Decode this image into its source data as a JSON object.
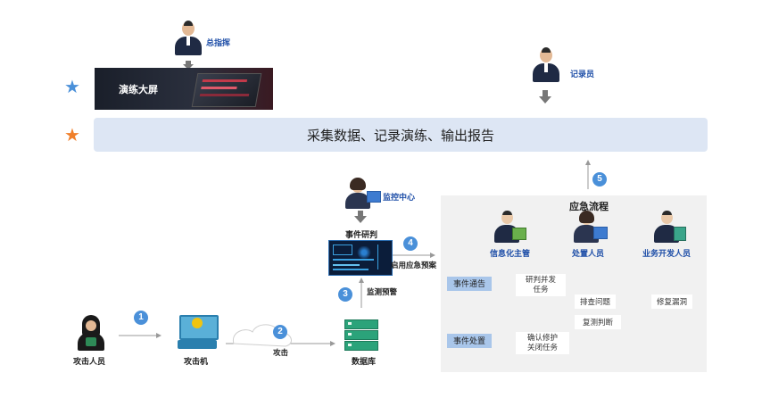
{
  "top": {
    "commander_label": "总指挥",
    "recorder_label": "记录员",
    "screen_label": "演练大屏"
  },
  "banner": {
    "text": "采集数据、记录演练、输出报告"
  },
  "monitor": {
    "label": "监控中心"
  },
  "analysis": {
    "label": "事件研判"
  },
  "flow_labels": {
    "start_plan": "启用应急预案",
    "monitor_alert": "监测预警",
    "attack": "攻击"
  },
  "numbers": [
    "1",
    "2",
    "3",
    "4",
    "5"
  ],
  "bottom": {
    "attacker": "攻击人员",
    "attack_machine": "攻击机",
    "database": "数据库"
  },
  "emergency": {
    "title": "应急流程",
    "roles": [
      "信息化主管",
      "处置人员",
      "业务开发人员"
    ],
    "steps": {
      "notify": "事件通告",
      "analyze_task": [
        "研判并发",
        "任务"
      ],
      "check": "排查问题",
      "fix": "修复漏洞",
      "review": "复测判断",
      "confirm_task": [
        "确认修护",
        "关闭任务"
      ],
      "dispose": "事件处置"
    }
  },
  "colors": {
    "accent_blue": "#4a90d9",
    "star_blue": "#4a90d9",
    "star_orange": "#f07f2a",
    "banner_bg": "#dde6f4"
  },
  "icons": [
    "star-icon",
    "person-icon",
    "monitor-icon",
    "cloud-icon",
    "server-icon",
    "computer-icon",
    "arrow-icon"
  ]
}
